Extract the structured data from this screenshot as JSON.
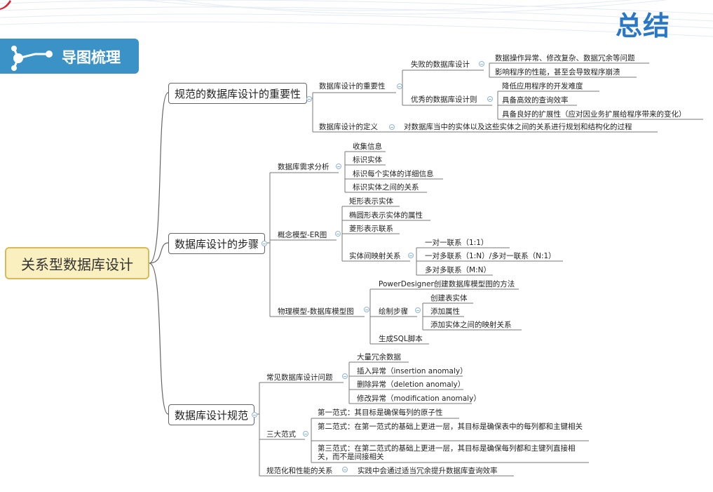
{
  "header": {
    "title": "总结",
    "badge_label": "导图梳理"
  },
  "icons": {
    "badge": "network-nodes-icon",
    "corner": "red-swoosh-icon",
    "collapse": "collapse-circle-icon"
  },
  "colors": {
    "accent": "#2a78c5",
    "badge_bg": "#3b92c6",
    "root_bg": "#faefbf",
    "root_border": "#d9b95e"
  },
  "mindmap": {
    "root": "关系型数据库设计",
    "b1": {
      "label": "规范的数据库设计的重要性",
      "importance": "数据库设计的重要性",
      "failed": "失败的数据库设计",
      "failed_items": [
        "数据操作异常、修改复杂、数据冗余等问题",
        "影响程序的性能，甚至会导致程序崩溃"
      ],
      "good": "优秀的数据库设计则",
      "good_items": [
        "降低应用程序的开发难度",
        "具备高效的查询效率",
        "具备良好的扩展性（应对因业务扩展给程序带来的变化）"
      ],
      "definition": "数据库设计的定义",
      "definition_text": "对数据库当中的实体以及这些实体之间的关系进行规划和结构化的过程"
    },
    "b2": {
      "label": "数据库设计的步骤",
      "req": "数据库需求分析",
      "req_items": [
        "收集信息",
        "标识实体",
        "标识每个实体的详细信息",
        "标识实体之间的关系"
      ],
      "er": "概念模型-ER图",
      "er_items": [
        "矩形表示实体",
        "椭圆形表示实体的属性",
        "菱形表示联系"
      ],
      "mapping": "实体间映射关系",
      "mapping_items": [
        "一对一联系（1:1）",
        "一对多联系（1:N）/多对一联系（N:1）",
        "多对多联系（M:N）"
      ],
      "phys": "物理模型-数据库模型图",
      "pd": "PowerDesigner创建数据库模型图的方法",
      "draw": "绘制步骤",
      "draw_items": [
        "创建表实体",
        "添加属性",
        "添加实体之间的映射关系"
      ],
      "sql": "生成SQL脚本"
    },
    "b3": {
      "label": "数据库设计规范",
      "issues": "常见数据库设计问题",
      "issue_items": [
        "大量冗余数据",
        "插入异常（insertion anomaly）",
        "删除异常（deletion anomaly）",
        "修改异常（modification anomaly）"
      ],
      "nf": "三大范式",
      "nf_items": [
        "第一范式：其目标是确保每列的原子性",
        "第二范式：在第一范式的基础上更进一层，其目标是确保表中的每列都和主键相关",
        "第三范式：在第二范式的基础上更进一层，其目标是确保每列都和主键列直接相关，而不是间接相关"
      ],
      "perf": "规范化和性能的关系",
      "perf_text": "实践中会通过适当冗余提升数据库查询效率"
    }
  }
}
